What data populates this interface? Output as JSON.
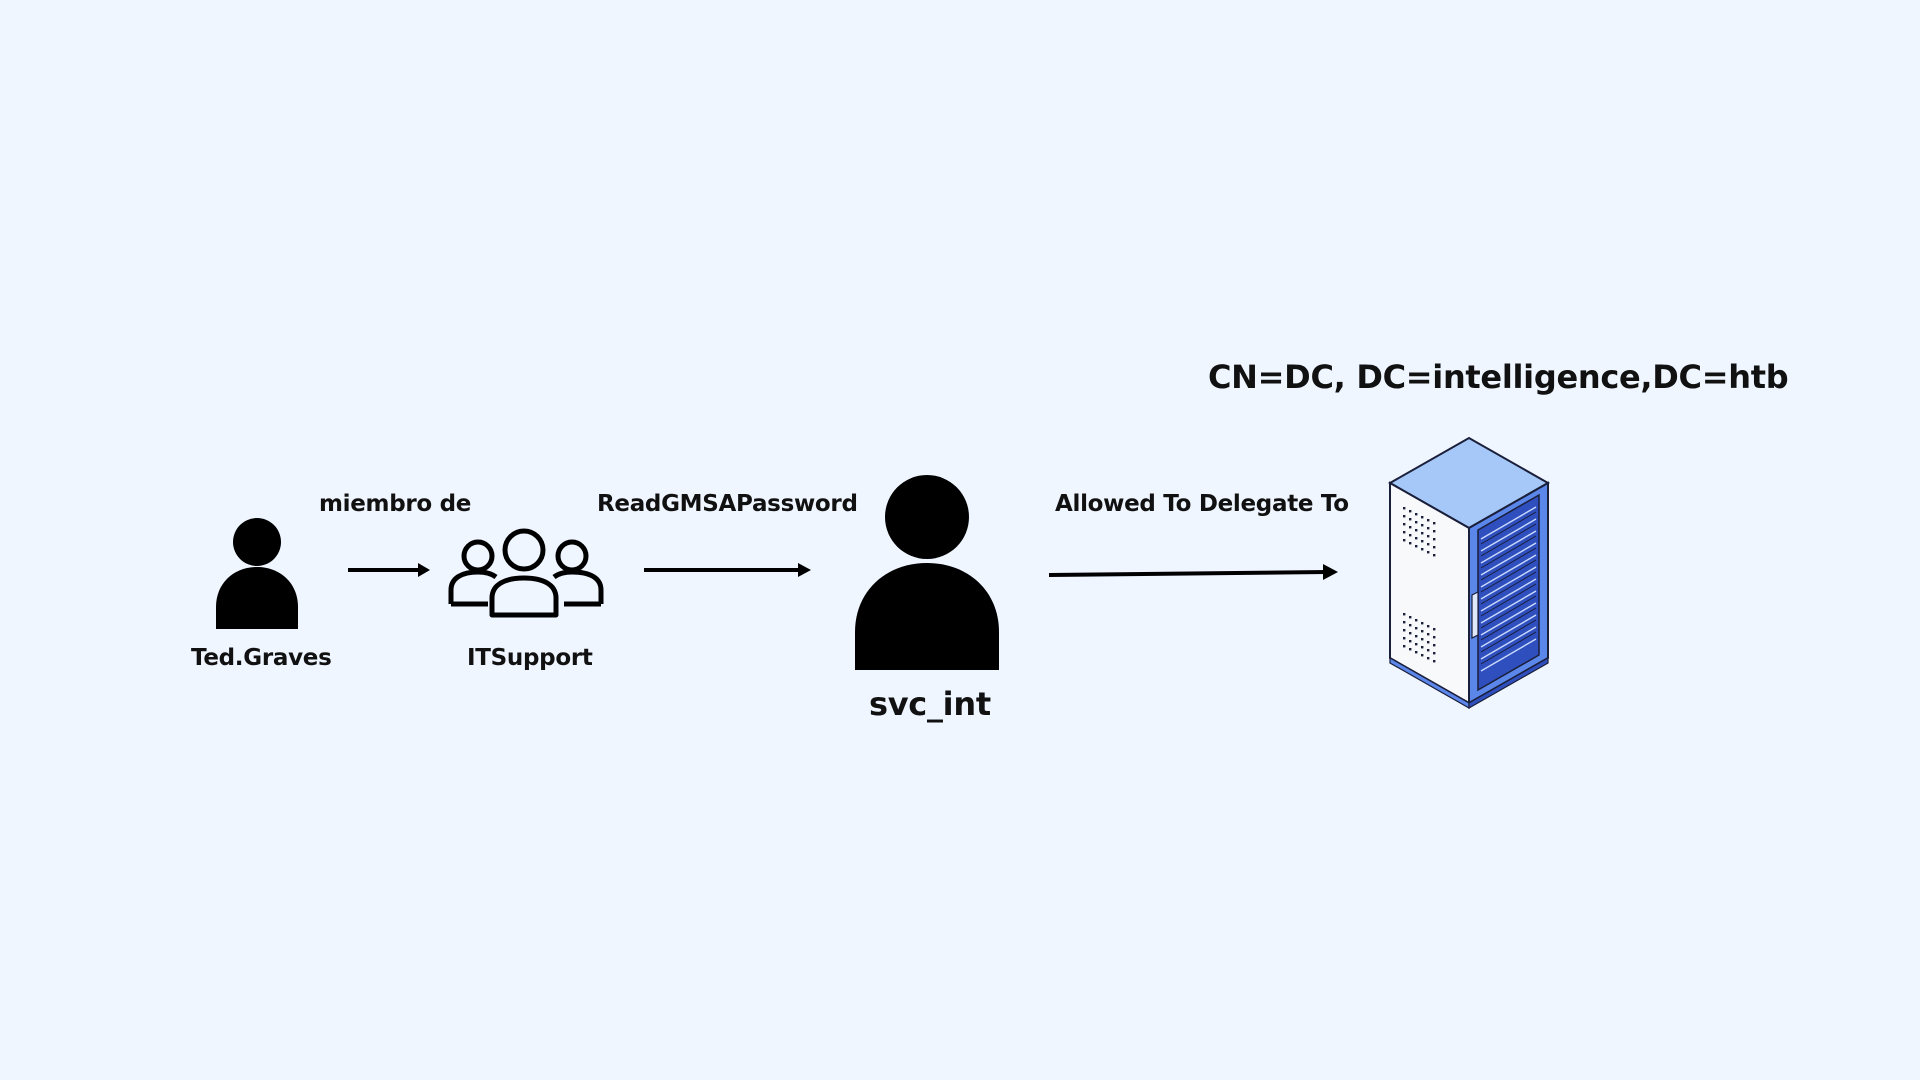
{
  "nodes": {
    "ted": {
      "label": "Ted.Graves",
      "icon": "user-icon"
    },
    "itsupport": {
      "label": "ITSupport",
      "icon": "group-icon"
    },
    "svc": {
      "label": "svc_int",
      "icon": "user-icon"
    },
    "dc": {
      "label": "CN=DC, DC=intelligence,DC=htb",
      "icon": "server-rack-icon"
    }
  },
  "edges": {
    "member_of": {
      "label": "miembro de"
    },
    "read_gmsa": {
      "label": "ReadGMSAPassword"
    },
    "delegate": {
      "label": "Allowed To Delegate To"
    }
  },
  "colors": {
    "background": "#eff6ff",
    "server_light": "#a6c8f8",
    "server_mid": "#5b86ea",
    "server_dark": "#2f4fbf"
  }
}
